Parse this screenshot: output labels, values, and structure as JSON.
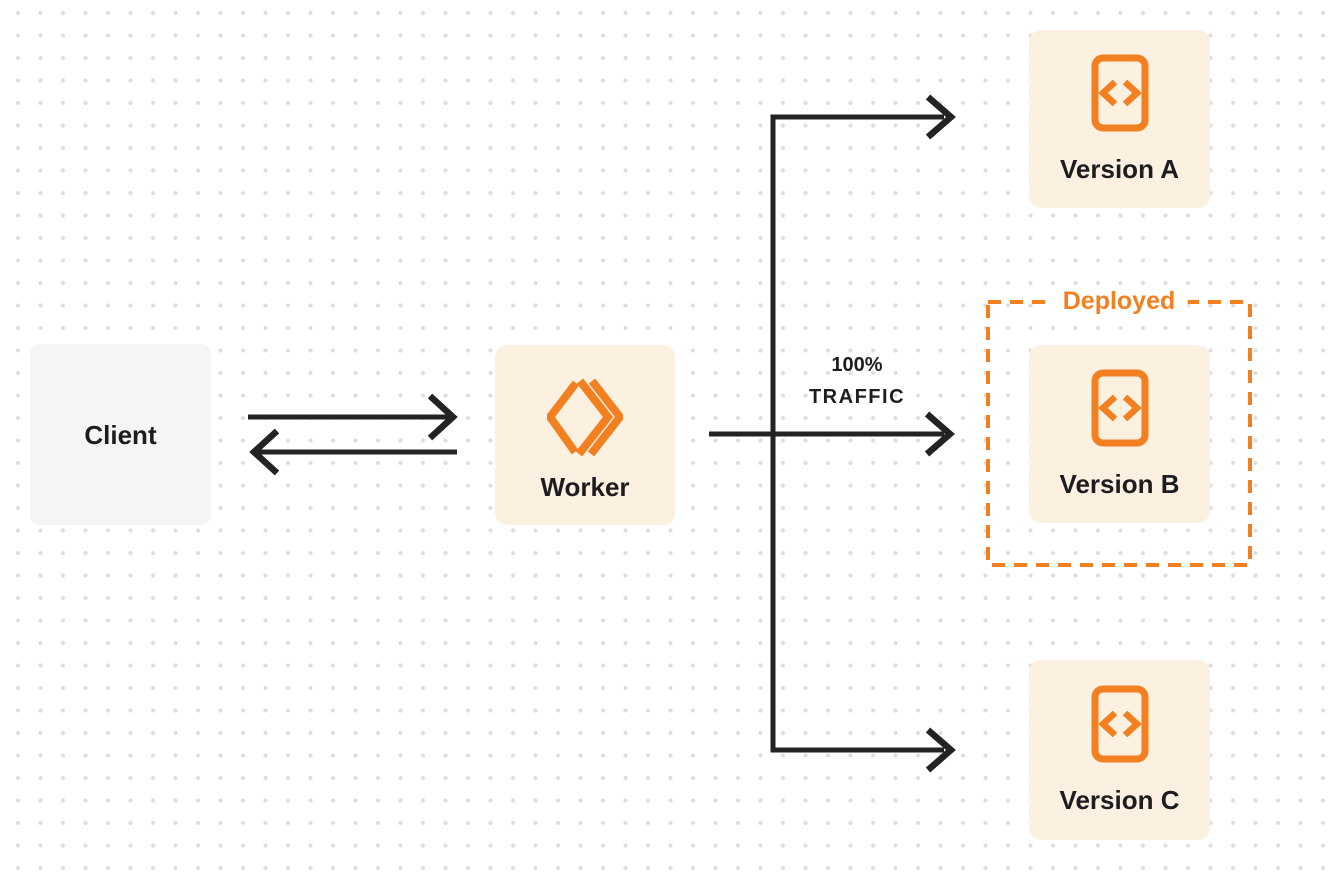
{
  "colors": {
    "accent_orange": "#f38020",
    "node_cream": "#fcf0e1",
    "client_gray": "#f5f5f6",
    "line_dark": "#232323",
    "text_dark": "#1d1d1f",
    "dot_gray": "#dcdcdc",
    "background": "#ffffff"
  },
  "nodes": {
    "client": {
      "label": "Client"
    },
    "worker": {
      "label": "Worker",
      "icon": "cloudflare-workers-icon"
    },
    "version_a": {
      "label": "Version A",
      "icon": "code-file-icon"
    },
    "version_b": {
      "label": "Version B",
      "icon": "code-file-icon"
    },
    "version_c": {
      "label": "Version C",
      "icon": "code-file-icon"
    }
  },
  "groups": {
    "deployed": {
      "label": "Deployed"
    }
  },
  "edge_labels": {
    "traffic": {
      "line1": "100%",
      "line2": "TRAFFIC"
    }
  }
}
